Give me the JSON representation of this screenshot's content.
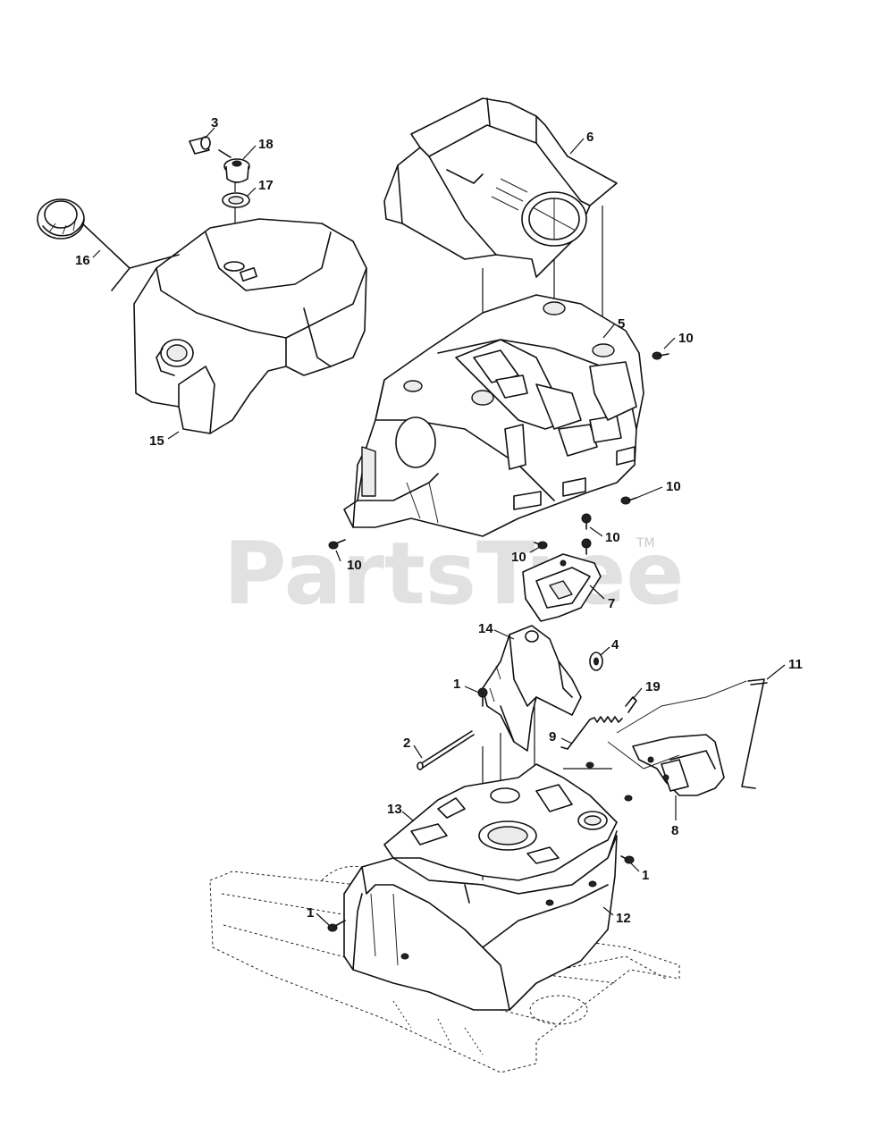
{
  "watermark": {
    "brand": "PartsTree",
    "trademark": "TM"
  },
  "callouts": {
    "c1a": "1",
    "c1b": "1",
    "c1c": "1",
    "c2": "2",
    "c3": "3",
    "c4": "4",
    "c5": "5",
    "c6": "6",
    "c7": "7",
    "c8": "8",
    "c9": "9",
    "c10a": "10",
    "c10b": "10",
    "c10c": "10",
    "c10d": "10",
    "c10e": "10",
    "c11": "11",
    "c12": "12",
    "c13": "13",
    "c14": "14",
    "c15": "15",
    "c16": "16",
    "c17": "17",
    "c18": "18",
    "c19": "19"
  }
}
